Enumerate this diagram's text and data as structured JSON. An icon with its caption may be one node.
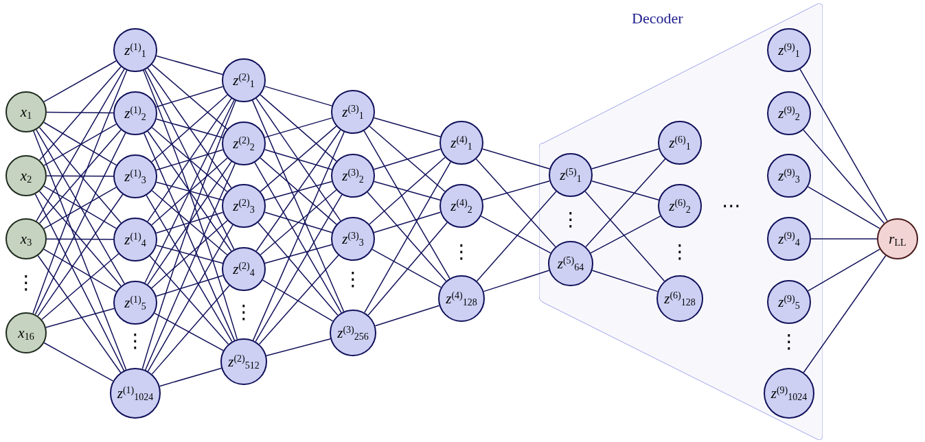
{
  "diagram": {
    "nodes": [
      {
        "text": [
          "*x*$_{1}$"
        ]
      },
      {
        "text": [
          "*x*$_{2}$"
        ]
      },
      {
        "text": [
          "*x*$_{3}$"
        ]
      },
      {
        "text": [
          "*x*$_{16}$"
        ]
      },
      {
        "text": [
          "*z*$^{(1)}$$_{1}$"
        ]
      },
      {
        "text": [
          "*z*$^{(1)}$$_{2}$"
        ]
      },
      {
        "text": [
          "*z*$^{(1)}$$_{3}$"
        ]
      },
      {
        "text": [
          "*z*$^{(1)}$$_{4}$"
        ]
      },
      {
        "text": [
          "*z*$^{(1)}$$_{5}$"
        ]
      },
      {
        "text": [
          "*z*$^{(1)}$$_{1024}$"
        ]
      },
      {
        "text": [
          "*z*$^{(2)}$$_{1}$"
        ]
      },
      {
        "text": [
          "*z*$^{(2)}$$_{2}$"
        ]
      },
      {
        "text": [
          "*z*$^{(2)}$$_{3}$"
        ]
      },
      {
        "text": [
          "*z*$^{(2)}$$_{4}$"
        ]
      },
      {
        "text": [
          "*z*$^{(2)}$$_{512}$"
        ]
      },
      {
        "text": [
          "*z*$^{(3)}$$_{1}$"
        ]
      },
      {
        "text": [
          "*z*$^{(3)}$$_{2}$"
        ]
      },
      {
        "text": [
          "*z*$^{(3)}$$_{3}$"
        ]
      },
      {
        "text": [
          "*z*$^{(3)}$$_{256}$"
        ]
      },
      {
        "text": [
          "*z*$^{(4)}$$_{1}$"
        ]
      },
      {
        "text": [
          "*z*$^{(4)}$$_{2}$"
        ]
      },
      {
        "text": [
          "*z*$^{(4)}$$_{128}$"
        ]
      },
      {
        "text": [
          "Decoder"
        ]
      },
      {
        "text": [
          "*z*$^{(5)}$$_{1}$"
        ],
        "in": 22
      },
      {
        "text": [
          "*z*$^{(5)}$$_{64}$"
        ],
        "in": 22
      },
      {
        "text": [
          "*z*$^{(6)}$$_{1}$"
        ],
        "in": 22
      },
      {
        "text": [
          "*z*$^{(6)}$$_{2}$"
        ],
        "in": 22
      },
      {
        "text": [
          "*z*$^{(6)}$$_{128}$"
        ],
        "in": 22
      },
      {
        "text": [
          "*z*$^{(9)}$$_{1}$"
        ],
        "in": 22
      },
      {
        "text": [
          "*z*$^{(9)}$$_{2}$"
        ],
        "in": 22
      },
      {
        "text": [
          "*z*$^{(9)}$$_{3}$"
        ],
        "in": 22
      },
      {
        "text": [
          "*z*$^{(9)}$$_{4}$"
        ],
        "in": 22
      },
      {
        "text": [
          "*z*$^{(9)}$$_{5}$"
        ],
        "in": 22
      },
      {
        "text": [
          "*z*$^{(9)}$$_{1024}$"
        ],
        "in": 22
      },
      {
        "text": [
          "*r*$_{LL}$"
        ]
      }
    ],
    "edges": [
      {
        "from": 0,
        "to": 4,
        "arrow": "none"
      },
      {
        "from": 0,
        "to": 5,
        "arrow": "none"
      },
      {
        "from": 0,
        "to": 6,
        "arrow": "none"
      },
      {
        "from": 0,
        "to": 7,
        "arrow": "none"
      },
      {
        "from": 0,
        "to": 8,
        "arrow": "none"
      },
      {
        "from": 0,
        "to": 9,
        "arrow": "none"
      },
      {
        "from": 1,
        "to": 4,
        "arrow": "none"
      },
      {
        "from": 1,
        "to": 5,
        "arrow": "none"
      },
      {
        "from": 1,
        "to": 6,
        "arrow": "none"
      },
      {
        "from": 1,
        "to": 7,
        "arrow": "none"
      },
      {
        "from": 1,
        "to": 8,
        "arrow": "none"
      },
      {
        "from": 1,
        "to": 9,
        "arrow": "none"
      },
      {
        "from": 2,
        "to": 4,
        "arrow": "none"
      },
      {
        "from": 2,
        "to": 5,
        "arrow": "none"
      },
      {
        "from": 2,
        "to": 6,
        "arrow": "none"
      },
      {
        "from": 2,
        "to": 7,
        "arrow": "none"
      },
      {
        "from": 2,
        "to": 8,
        "arrow": "none"
      },
      {
        "from": 2,
        "to": 9,
        "arrow": "none"
      },
      {
        "from": 3,
        "to": 4,
        "arrow": "none"
      },
      {
        "from": 3,
        "to": 5,
        "arrow": "none"
      },
      {
        "from": 3,
        "to": 6,
        "arrow": "none"
      },
      {
        "from": 3,
        "to": 7,
        "arrow": "none"
      },
      {
        "from": 3,
        "to": 8,
        "arrow": "none"
      },
      {
        "from": 3,
        "to": 9,
        "arrow": "none"
      },
      {
        "from": 4,
        "to": 10,
        "arrow": "none"
      },
      {
        "from": 4,
        "to": 11,
        "arrow": "none"
      },
      {
        "from": 4,
        "to": 12,
        "arrow": "none"
      },
      {
        "from": 4,
        "to": 13,
        "arrow": "none"
      },
      {
        "from": 4,
        "to": 14,
        "arrow": "none"
      },
      {
        "from": 5,
        "to": 10,
        "arrow": "none"
      },
      {
        "from": 5,
        "to": 11,
        "arrow": "none"
      },
      {
        "from": 5,
        "to": 12,
        "arrow": "none"
      },
      {
        "from": 5,
        "to": 13,
        "arrow": "none"
      },
      {
        "from": 5,
        "to": 14,
        "arrow": "none"
      },
      {
        "from": 6,
        "to": 10,
        "arrow": "none"
      },
      {
        "from": 6,
        "to": 11,
        "arrow": "none"
      },
      {
        "from": 6,
        "to": 12,
        "arrow": "none"
      },
      {
        "from": 6,
        "to": 13,
        "arrow": "none"
      },
      {
        "from": 6,
        "to": 14,
        "arrow": "none"
      },
      {
        "from": 7,
        "to": 10,
        "arrow": "none"
      },
      {
        "from": 7,
        "to": 11,
        "arrow": "none"
      },
      {
        "from": 7,
        "to": 12,
        "arrow": "none"
      },
      {
        "from": 7,
        "to": 13,
        "arrow": "none"
      },
      {
        "from": 7,
        "to": 14,
        "arrow": "none"
      },
      {
        "from": 8,
        "to": 10,
        "arrow": "none"
      },
      {
        "from": 8,
        "to": 11,
        "arrow": "none"
      },
      {
        "from": 8,
        "to": 12,
        "arrow": "none"
      },
      {
        "from": 8,
        "to": 13,
        "arrow": "none"
      },
      {
        "from": 8,
        "to": 14,
        "arrow": "none"
      },
      {
        "from": 9,
        "to": 10,
        "arrow": "none"
      },
      {
        "from": 9,
        "to": 11,
        "arrow": "none"
      },
      {
        "from": 9,
        "to": 12,
        "arrow": "none"
      },
      {
        "from": 9,
        "to": 13,
        "arrow": "none"
      },
      {
        "from": 9,
        "to": 14,
        "arrow": "none"
      },
      {
        "from": 10,
        "to": 15,
        "arrow": "none"
      },
      {
        "from": 10,
        "to": 16,
        "arrow": "none"
      },
      {
        "from": 10,
        "to": 17,
        "arrow": "none"
      },
      {
        "from": 10,
        "to": 18,
        "arrow": "none"
      },
      {
        "from": 11,
        "to": 15,
        "arrow": "none"
      },
      {
        "from": 11,
        "to": 16,
        "arrow": "none"
      },
      {
        "from": 11,
        "to": 17,
        "arrow": "none"
      },
      {
        "from": 11,
        "to": 18,
        "arrow": "none"
      },
      {
        "from": 12,
        "to": 15,
        "arrow": "none"
      },
      {
        "from": 12,
        "to": 16,
        "arrow": "none"
      },
      {
        "from": 12,
        "to": 17,
        "arrow": "none"
      },
      {
        "from": 12,
        "to": 18,
        "arrow": "none"
      },
      {
        "from": 13,
        "to": 15,
        "arrow": "none"
      },
      {
        "from": 13,
        "to": 16,
        "arrow": "none"
      },
      {
        "from": 13,
        "to": 17,
        "arrow": "none"
      },
      {
        "from": 13,
        "to": 18,
        "arrow": "none"
      },
      {
        "from": 14,
        "to": 15,
        "arrow": "none"
      },
      {
        "from": 14,
        "to": 16,
        "arrow": "none"
      },
      {
        "from": 14,
        "to": 17,
        "arrow": "none"
      },
      {
        "from": 14,
        "to": 18,
        "arrow": "none"
      },
      {
        "from": 15,
        "to": 19,
        "arrow": "none"
      },
      {
        "from": 15,
        "to": 20,
        "arrow": "none"
      },
      {
        "from": 15,
        "to": 21,
        "arrow": "none"
      },
      {
        "from": 16,
        "to": 19,
        "arrow": "none"
      },
      {
        "from": 16,
        "to": 20,
        "arrow": "none"
      },
      {
        "from": 16,
        "to": 21,
        "arrow": "none"
      },
      {
        "from": 17,
        "to": 19,
        "arrow": "none"
      },
      {
        "from": 17,
        "to": 20,
        "arrow": "none"
      },
      {
        "from": 17,
        "to": 21,
        "arrow": "none"
      },
      {
        "from": 18,
        "to": 19,
        "arrow": "none"
      },
      {
        "from": 18,
        "to": 20,
        "arrow": "none"
      },
      {
        "from": 18,
        "to": 21,
        "arrow": "none"
      },
      {
        "from": 19,
        "to": 23,
        "arrow": "none"
      },
      {
        "from": 19,
        "to": 24,
        "arrow": "none"
      },
      {
        "from": 20,
        "to": 23,
        "arrow": "none"
      },
      {
        "from": 20,
        "to": 24,
        "arrow": "none"
      },
      {
        "from": 21,
        "to": 23,
        "arrow": "none"
      },
      {
        "from": 21,
        "to": 24,
        "arrow": "none"
      },
      {
        "from": 23,
        "to": 25,
        "arrow": "none"
      },
      {
        "from": 23,
        "to": 26,
        "arrow": "none"
      },
      {
        "from": 23,
        "to": 27,
        "arrow": "none"
      },
      {
        "from": 24,
        "to": 25,
        "arrow": "none"
      },
      {
        "from": 24,
        "to": 26,
        "arrow": "none"
      },
      {
        "from": 24,
        "to": 27,
        "arrow": "none"
      },
      {
        "from": 28,
        "to": 34,
        "arrow": "none"
      },
      {
        "from": 29,
        "to": 34,
        "arrow": "none"
      },
      {
        "from": 30,
        "to": 34,
        "arrow": "none"
      },
      {
        "from": 31,
        "to": 34,
        "arrow": "none"
      },
      {
        "from": 32,
        "to": 34,
        "arrow": "none"
      },
      {
        "from": 33,
        "to": 34,
        "arrow": "none"
      }
    ],
    "labels": [
      "⋮",
      "⋮",
      "⋮",
      "⋮",
      "⋮",
      "⋮",
      "⋮",
      "⋯",
      "⋮"
    ]
  }
}
